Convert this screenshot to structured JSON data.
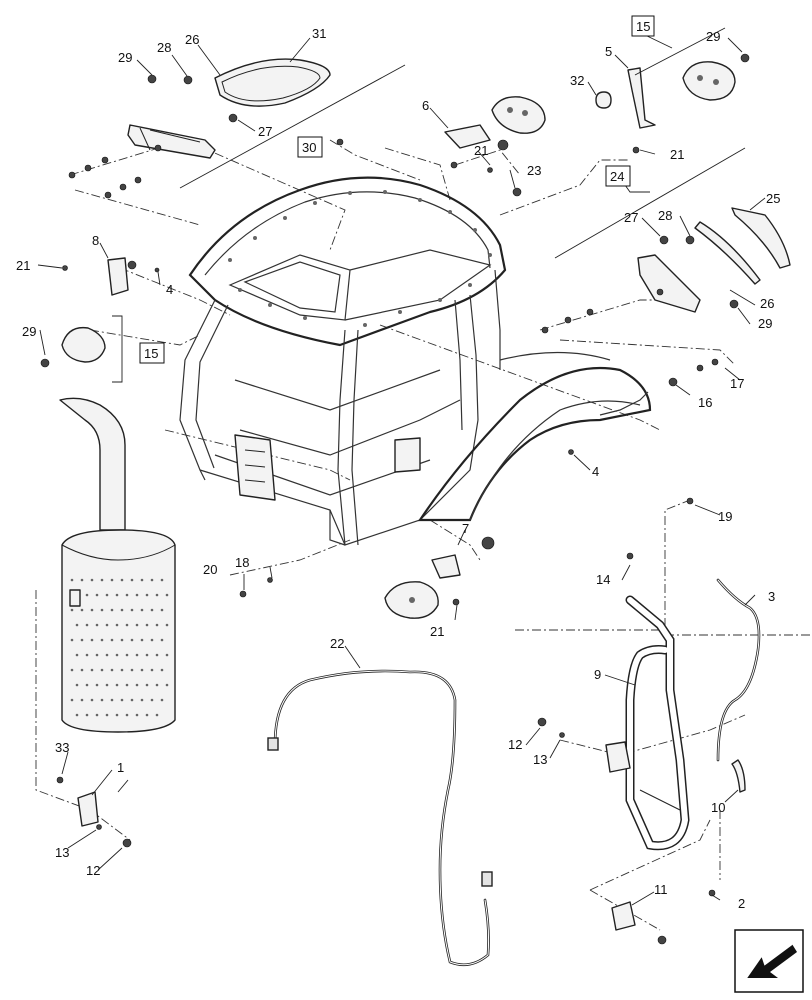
{
  "callouts": {
    "c1": "1",
    "c2": "2",
    "c3": "3",
    "c4a": "4",
    "c4b": "4",
    "c5": "5",
    "c6": "6",
    "c7": "7",
    "c8": "8",
    "c9": "9",
    "c10": "10",
    "c11": "11",
    "c12a": "12",
    "c12b": "12",
    "c13a": "13",
    "c13b": "13",
    "c14": "14",
    "c15a": "15",
    "c15b": "15",
    "c16": "16",
    "c17": "17",
    "c18": "18",
    "c19": "19",
    "c20": "20",
    "c21a": "21",
    "c21b": "21",
    "c21c": "21",
    "c21d": "21",
    "c22": "22",
    "c23": "23",
    "c24": "24",
    "c25": "25",
    "c26a": "26",
    "c26b": "26",
    "c27a": "27",
    "c27b": "27",
    "c28a": "28",
    "c28b": "28",
    "c29a": "29",
    "c29b": "29",
    "c29c": "29",
    "c29d": "29",
    "c30": "30",
    "c31": "31",
    "c32": "32",
    "c33": "33"
  },
  "nav_icon": "page-arrow-icon"
}
